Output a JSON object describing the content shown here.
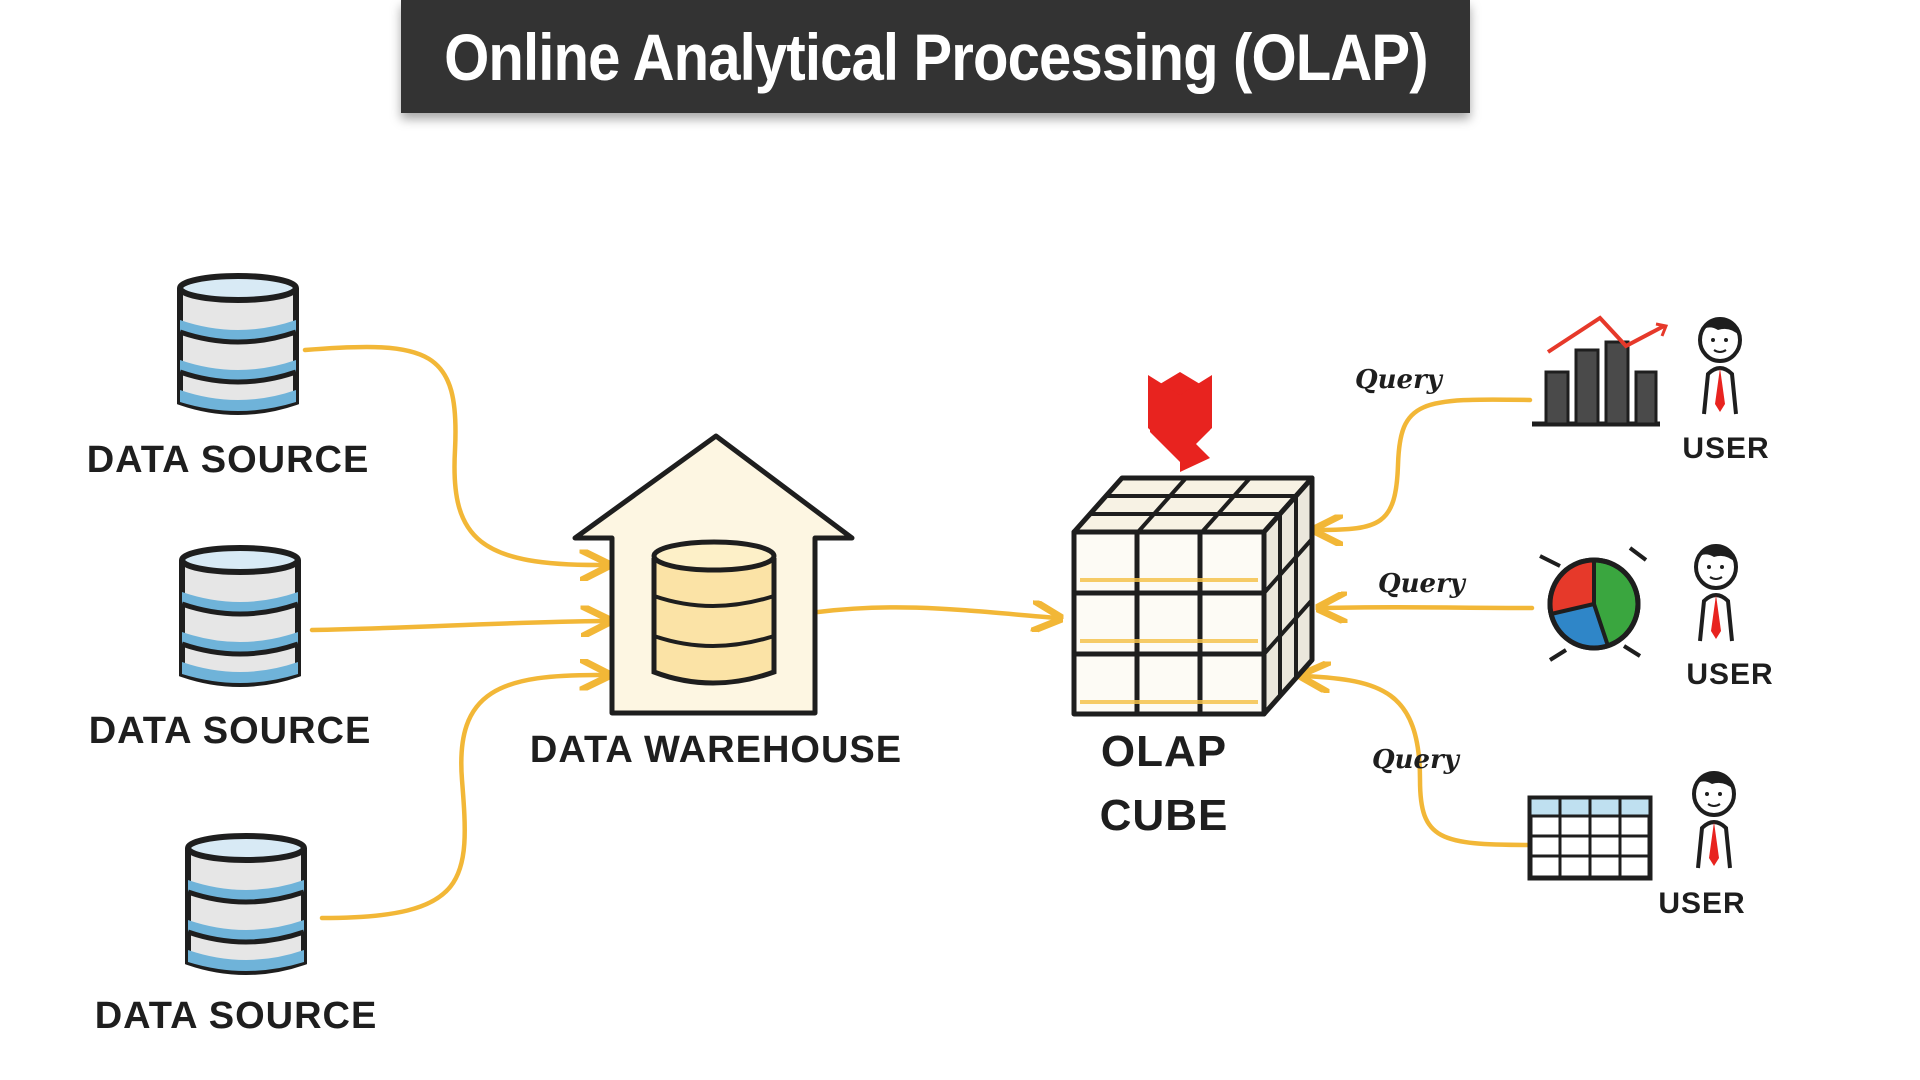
{
  "title": "Online Analytical Processing (OLAP)",
  "data_sources": [
    {
      "label": "DATA SOURCE"
    },
    {
      "label": "DATA SOURCE"
    },
    {
      "label": "DATA SOURCE"
    }
  ],
  "warehouse": {
    "label": "DATA WAREHOUSE"
  },
  "cube": {
    "label_line1": "OLAP",
    "label_line2": "CUBE"
  },
  "users": [
    {
      "label": "USER",
      "query_label": "Query",
      "view": "bar-chart-icon"
    },
    {
      "label": "USER",
      "query_label": "Query",
      "view": "pie-chart-icon"
    },
    {
      "label": "USER",
      "query_label": "Query",
      "view": "table-grid-icon"
    }
  ],
  "colors": {
    "banner_bg": "#333333",
    "arrow": "#f2b737",
    "database_blue": "#6fb3d9",
    "warehouse_cylinder": "#fbe3a6",
    "marker_red": "#e8231f",
    "pie_red": "#e6392a",
    "pie_green": "#3aa63f",
    "pie_blue": "#2f86c8"
  }
}
